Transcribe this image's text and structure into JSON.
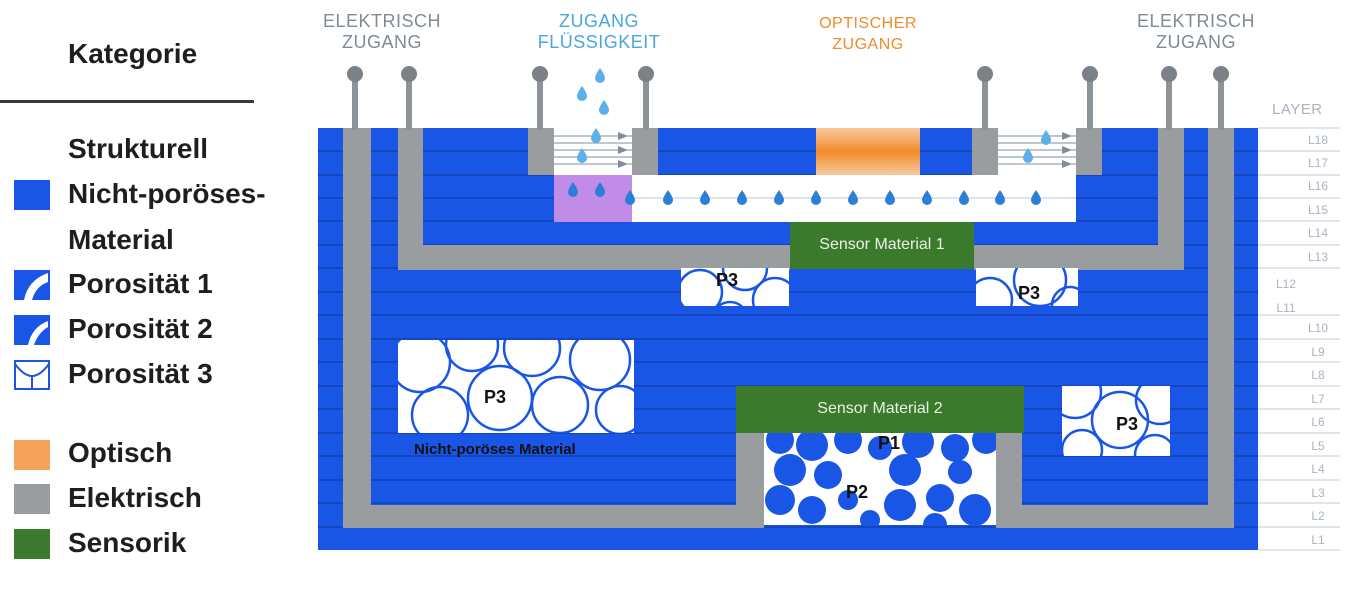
{
  "legend": {
    "title": "Kategorie",
    "structural_heading": "Strukturell",
    "items": [
      {
        "label": "Nicht-poröses-",
        "color": "#1a56e6"
      },
      {
        "label": "Material"
      },
      {
        "label": "Porosität 1"
      },
      {
        "label": "Porosität 2"
      },
      {
        "label": "Porosität 3"
      },
      {
        "label": "Optisch",
        "color": "#f5a35a"
      },
      {
        "label": "Elektrisch",
        "color": "#9a9da0"
      },
      {
        "label": "Sensorik",
        "color": "#3b7a2c"
      }
    ]
  },
  "access_labels": {
    "electric_left": [
      "ELEKTRISCH",
      "ZUGANG"
    ],
    "fluid": [
      "ZUGANG",
      "FLÜSSIGKEIT"
    ],
    "optical": [
      "OPTISCHER",
      "ZUGANG"
    ],
    "electric_right": [
      "ELEKTRISCH",
      "ZUGANG"
    ]
  },
  "layer_header": "LAYER",
  "layers": [
    "L18",
    "L17",
    "L16",
    "L15",
    "L14",
    "L13",
    "L12",
    "L11",
    "L10",
    "L9",
    "L8",
    "L7",
    "L6",
    "L5",
    "L4",
    "L3",
    "L2",
    "L1"
  ],
  "sensors": {
    "sensor1": "Sensor Material 1",
    "sensor2": "Sensor Material 2"
  },
  "pore_labels": {
    "p3_top_left": "P3",
    "p3_top_right": "P3",
    "p3_left": "P3",
    "p3_right": "P3",
    "p1": "P1",
    "p2": "P2"
  },
  "nonporous_label": "Nicht-poröses Material",
  "colors": {
    "blue": "#1a56e6",
    "grey": "#9a9da0",
    "green": "#3b7a2c",
    "orange": "#f5a35a",
    "violet": "#c08ce8",
    "fluid_blue": "#5ab0e8",
    "optical_text": "#f08a2a"
  }
}
